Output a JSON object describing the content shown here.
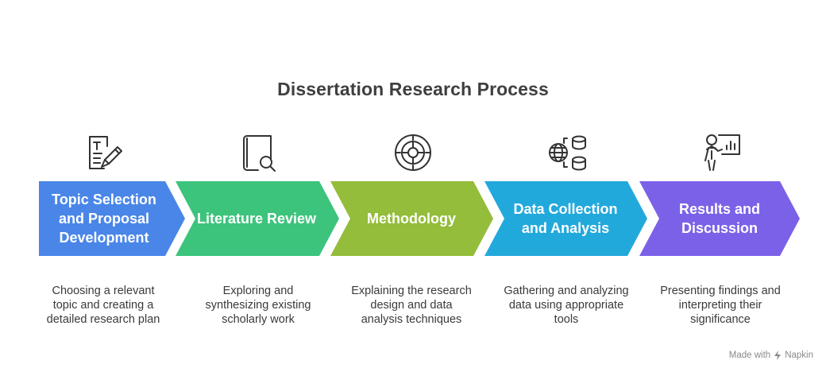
{
  "diagram": {
    "title": "Dissertation Research Process",
    "steps": [
      {
        "label": "Topic Selection and Proposal Development",
        "description": "Choosing a relevant topic and creating a detailed research plan",
        "color": "#4a86e8",
        "icon": "document-edit-icon"
      },
      {
        "label": "Literature Review",
        "description": "Exploring and synthesizing existing scholarly work",
        "color": "#3cc47c",
        "icon": "book-search-icon"
      },
      {
        "label": "Methodology",
        "description": "Explaining the research design and data analysis techniques",
        "color": "#93bd3a",
        "icon": "target-wheel-icon"
      },
      {
        "label": "Data Collection and Analysis",
        "description": "Gathering and analyzing data using appropriate tools",
        "color": "#22a9dc",
        "icon": "globe-database-icon"
      },
      {
        "label": "Results and Discussion",
        "description": "Presenting findings and interpreting their significance",
        "color": "#7b61e8",
        "icon": "presenter-chart-icon"
      }
    ]
  },
  "watermark": {
    "made_with": "Made with",
    "brand": "Napkin"
  }
}
